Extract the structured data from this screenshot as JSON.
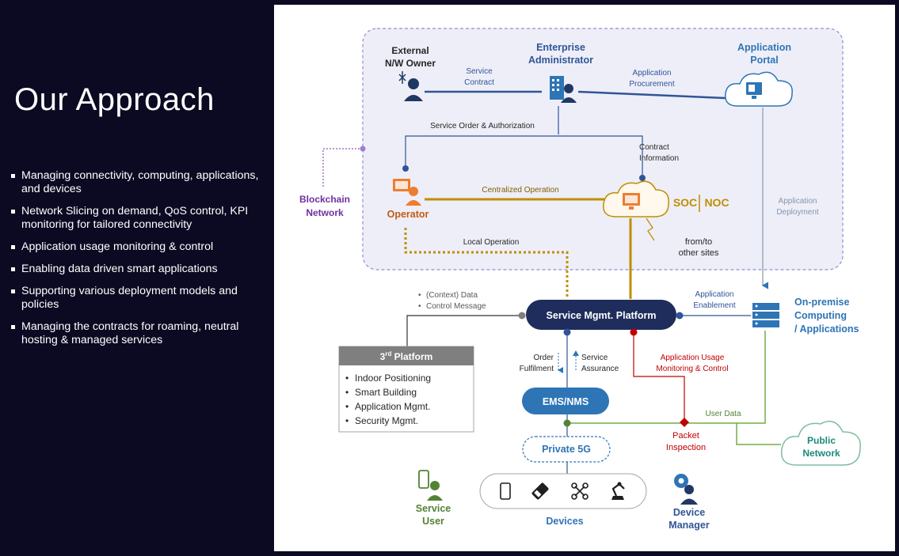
{
  "slide": {
    "title": "Our Approach",
    "bullets": [
      "Managing connectivity, computing, applications, and devices",
      "Network Slicing on demand, QoS control, KPI monitoring for tailored connectivity",
      "Application usage monitoring & control",
      "Enabling data driven smart applications",
      "Supporting various deployment models and policies",
      "Managing the contracts for roaming, neutral hosting & managed services"
    ]
  },
  "diagram": {
    "external_owner": [
      "External",
      "N/W Owner"
    ],
    "enterprise_admin": [
      "Enterprise",
      "Administrator"
    ],
    "app_portal": [
      "Application",
      "Portal"
    ],
    "service_contract": [
      "Service",
      "Contract"
    ],
    "app_procurement": [
      "Application",
      "Procurement"
    ],
    "service_order": "Service Order & Authorization",
    "contract_info": [
      "Contract",
      "Information"
    ],
    "blockchain": [
      "Blockchain",
      "Network"
    ],
    "operator": "Operator",
    "centralized_op": "Centralized Operation",
    "soc": "SOC",
    "noc": "NOC",
    "app_deployment": [
      "Application",
      "Deployment"
    ],
    "from_to": [
      "from/to",
      "other sites"
    ],
    "local_op": "Local Operation",
    "context_data": "(Context) Data",
    "control_message": "Control Message",
    "smp": "Service Mgmt. Platform",
    "app_enablement": [
      "Application",
      "Enablement"
    ],
    "onprem": [
      "On-premise",
      "Computing",
      "/ Applications"
    ],
    "third_party_title_pre": "3",
    "third_party_title_sup": "rd",
    "third_party_title_post": " Platform",
    "third_party_items": [
      "Indoor Positioning",
      "Smart Building",
      "Application Mgmt.",
      "Security Mgmt."
    ],
    "order_fulfilment": [
      "Order",
      "Fulfilment"
    ],
    "service_assurance": [
      "Service",
      "Assurance"
    ],
    "app_usage": [
      "Application Usage",
      "Monitoring & Control"
    ],
    "ems": "EMS/NMS",
    "user_data": "User Data",
    "packet_inspection": [
      "Packet",
      "Inspection"
    ],
    "public_network": [
      "Public",
      "Network"
    ],
    "private5g": "Private 5G",
    "service_user": [
      "Service",
      "User"
    ],
    "devices": "Devices",
    "device_manager": [
      "Device",
      "Manager"
    ],
    "colors": {
      "navy": "#1f3864",
      "blue": "#2e75b6",
      "accent_blue": "#2f5597",
      "orange": "#c55a11",
      "gold": "#bf8f00",
      "purple": "#7030a0",
      "red": "#c00000",
      "green": "#548235",
      "teal": "#1b8a7a",
      "gray_blue": "#8497b0"
    }
  }
}
